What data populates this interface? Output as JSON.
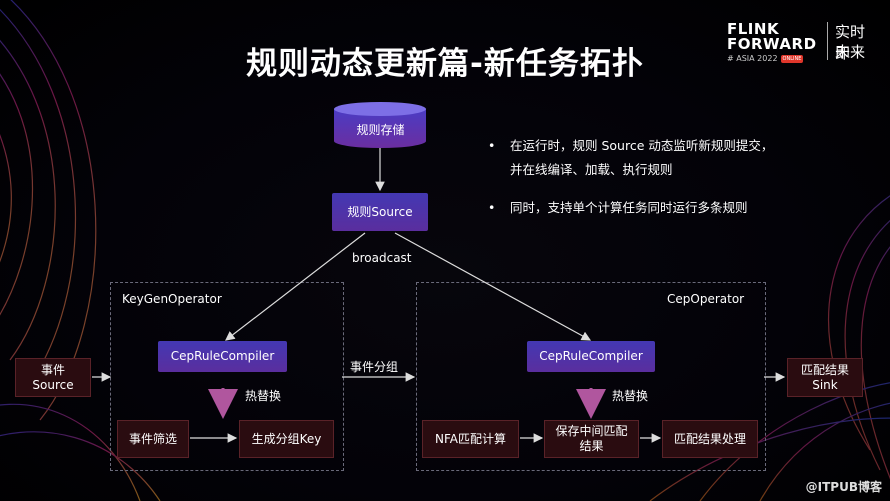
{
  "slide": {
    "title": "规则动态更新篇-新任务拓扑",
    "logo": {
      "line1": "FLINK",
      "line2": "FORWARD",
      "line3": "# ASIA 2022",
      "badge": "ONLINE",
      "right1": "实时即",
      "right2": "未来"
    },
    "bullets": [
      "在运行时，规则 Source 动态监听新规则提交，",
      "并在线编译、加载、执行规则",
      "同时，支持单个计算任务同时运行多条规则"
    ],
    "watermark": "@ITPUB博客"
  },
  "diagram": {
    "rule_store": "规则存储",
    "rule_source": "规则Source",
    "broadcast": "broadcast",
    "left_panel": "KeyGenOperator",
    "right_panel": "CepOperator",
    "event_source": "事件\nSource",
    "left_compiler": "CepRuleCompiler",
    "right_compiler": "CepRuleCompiler",
    "hot_swap_left": "热替换",
    "hot_swap_right": "热替换",
    "event_filter": "事件筛选",
    "gen_key": "生成分组Key",
    "event_group": "事件分组",
    "nfa": "NFA匹配计算",
    "save_mid": "保存中间匹配\n结果",
    "match_process": "匹配结果处理",
    "sink": "匹配结果\nSink"
  },
  "colors": {
    "accent_gradient_start": "#4338b3",
    "accent_gradient_end": "#5a2e9e",
    "dark_box": "#2a0c10",
    "hot_swap_arrow": "#b0569e"
  }
}
